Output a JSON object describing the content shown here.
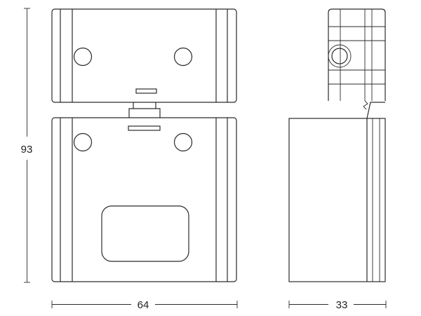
{
  "dimensions": {
    "height_label": "93",
    "width_front_label": "64",
    "width_side_label": "33"
  },
  "colors": {
    "line": "#2b2b2b",
    "background": "#ffffff"
  }
}
